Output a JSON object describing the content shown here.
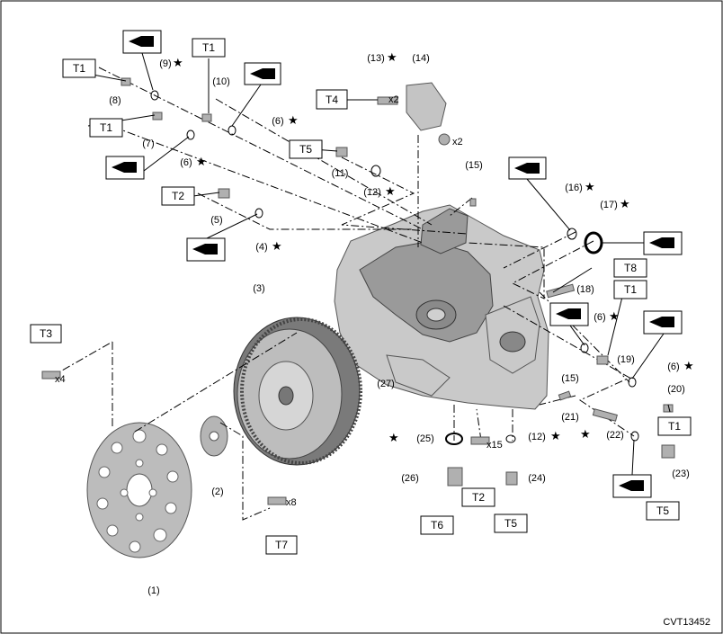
{
  "figure_code": "CVT13452",
  "callouts": {
    "c1": "(1)",
    "c2": "(2)",
    "c3": "(3)",
    "c4": "(4)",
    "c5": "(5)",
    "c6a": "(6)",
    "c6b": "(6)",
    "c6c": "(6)",
    "c6d": "(6)",
    "c7": "(7)",
    "c8": "(8)",
    "c9": "(9)",
    "c10": "(10)",
    "c11": "(11)",
    "c12a": "(12)",
    "c12b": "(12)",
    "c13": "(13)",
    "c14": "(14)",
    "c15a": "(15)",
    "c15b": "(15)",
    "c16": "(16)",
    "c17": "(17)",
    "c18": "(18)",
    "c19": "(19)",
    "c20": "(20)",
    "c21": "(21)",
    "c22": "(22)",
    "c23": "(23)",
    "c24": "(24)",
    "c25": "(25)",
    "c26": "(26)",
    "c27": "(27)"
  },
  "torque_labels": {
    "t1a": "T1",
    "t1b": "T1",
    "t1c": "T1",
    "t1d": "T1",
    "t1e": "T1",
    "t2a": "T2",
    "t2b": "T2",
    "t3": "T3",
    "t4": "T4",
    "t5a": "T5",
    "t5b": "T5",
    "t5c": "T5",
    "t6": "T6",
    "t7": "T7",
    "t8": "T8"
  },
  "quantities": {
    "q13": "x2",
    "q14": "x2",
    "q_t3": "x4",
    "q_t7": "x8",
    "q_t2": "x15"
  },
  "symbols": {
    "replace": "★"
  },
  "icons": [
    "oil-can-icon",
    "replace-star-icon"
  ]
}
